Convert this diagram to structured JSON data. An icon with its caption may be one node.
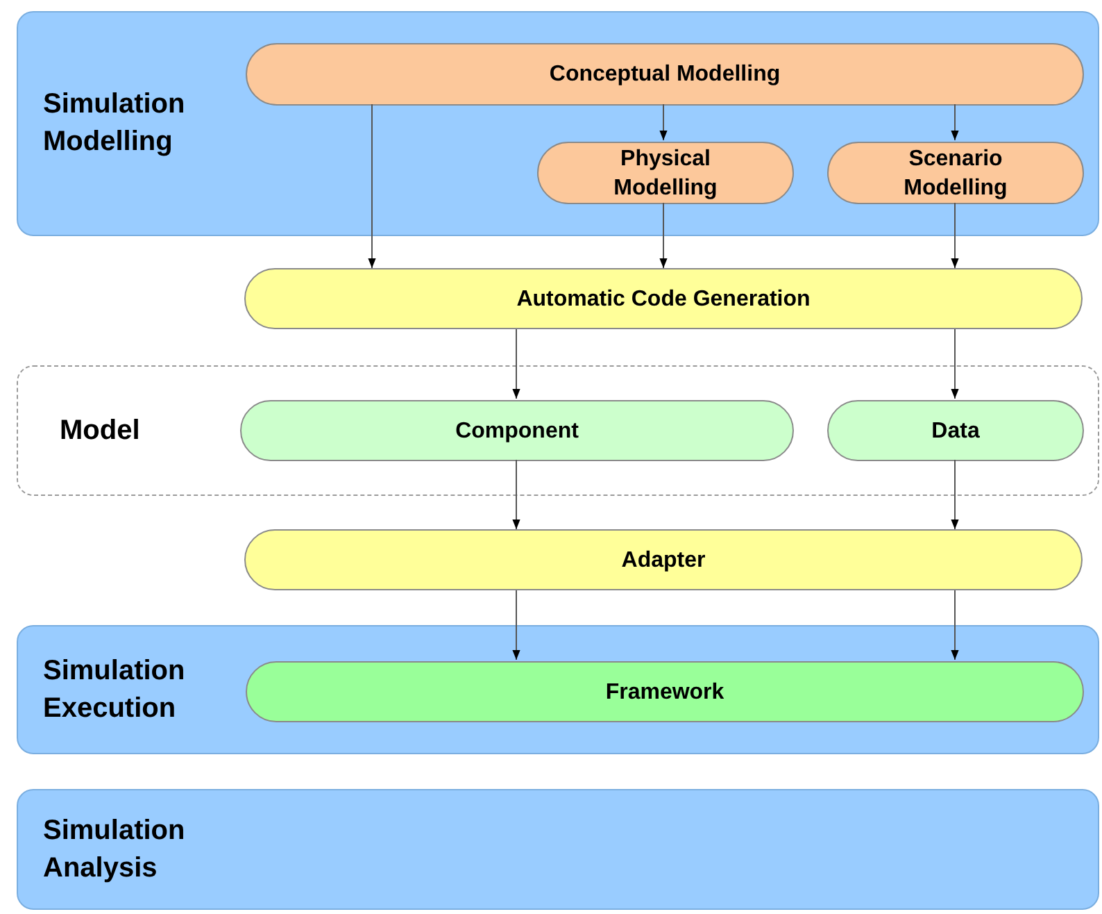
{
  "diagram": {
    "nodes": [
      {
        "text": [
          "Simulation Modelling"
        ]
      },
      {
        "text": [
          "Conceptual Modelling"
        ],
        "in": 0
      },
      {
        "text": [
          "Physical Modelling"
        ],
        "in": 0
      },
      {
        "text": [
          "Scenario Modelling"
        ],
        "in": 0
      },
      {
        "text": [
          "Automatic Code Generation"
        ]
      },
      {
        "text": [
          "Model"
        ]
      },
      {
        "text": [
          "Component"
        ],
        "in": 5
      },
      {
        "text": [
          "Data"
        ],
        "in": 5
      },
      {
        "text": [
          "Adapter"
        ]
      },
      {
        "text": [
          "Simulation Execution"
        ]
      },
      {
        "text": [
          "Framework"
        ],
        "in": 9
      },
      {
        "text": [
          "Simulation Analysis"
        ]
      }
    ],
    "edges": [
      {
        "from": 1,
        "to": 4,
        "arrow": "to"
      },
      {
        "from": 1,
        "to": 2,
        "arrow": "to"
      },
      {
        "from": 1,
        "to": 3,
        "arrow": "to"
      },
      {
        "from": 2,
        "to": 4,
        "arrow": "to"
      },
      {
        "from": 3,
        "to": 4,
        "arrow": "to"
      },
      {
        "from": 4,
        "to": 6,
        "arrow": "to"
      },
      {
        "from": 4,
        "to": 7,
        "arrow": "to"
      },
      {
        "from": 6,
        "to": 8,
        "arrow": "to"
      },
      {
        "from": 7,
        "to": 8,
        "arrow": "to"
      },
      {
        "from": 8,
        "to": 10,
        "arrow": "to"
      },
      {
        "from": 8,
        "to": 10,
        "arrow": "to"
      }
    ]
  }
}
